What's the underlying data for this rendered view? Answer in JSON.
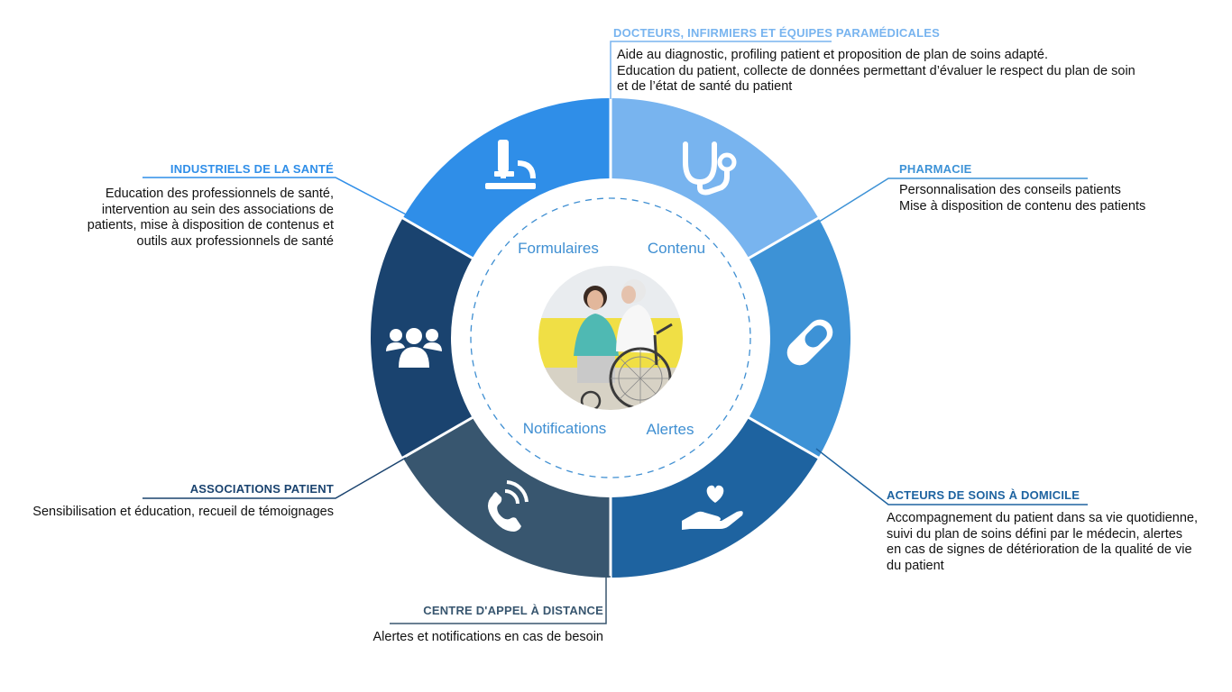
{
  "colors": {
    "doctors": "#78b4ef",
    "pharmacy": "#3d92d6",
    "home_care": "#1e63a0",
    "call_center": "#38566f",
    "patient_assoc": "#1a436f",
    "industry": "#2f8ee8",
    "inner_text": "#3f8fd2",
    "white": "#ffffff"
  },
  "center": {
    "labels": {
      "forms": "Formulaires",
      "content": "Contenu",
      "notifications": "Notifications",
      "alerts": "Alertes"
    },
    "photo_icon": "caregiver-with-elderly-patient-photo"
  },
  "segments": {
    "doctors": {
      "icon": "stethoscope-icon",
      "title": "DOCTEURS, INFIRMIERS ET ÉQUIPES PARAMÉDICALES",
      "lines": [
        "Aide au diagnostic, profiling patient et proposition de plan de soins adapté.",
        "Education du patient, collecte de données permettant d’évaluer le respect du plan de soin",
        "et de l’état de santé du patient"
      ]
    },
    "pharmacy": {
      "icon": "pill-icon",
      "title": "PHARMACIE",
      "lines": [
        "Personnalisation des conseils patients",
        "Mise à disposition de contenu des patients"
      ]
    },
    "home_care": {
      "icon": "hand-heart-icon",
      "title": "ACTEURS DE SOINS À DOMICILE",
      "lines": [
        "Accompagnement du patient dans sa vie quotidienne,",
        "suivi du plan de soins défini par le médecin, alertes",
        "en cas de signes de détérioration de la qualité de vie",
        "du patient"
      ]
    },
    "call_center": {
      "icon": "phone-icon",
      "title": "CENTRE D'APPEL À DISTANCE",
      "lines": [
        "Alertes et notifications en cas de besoin"
      ]
    },
    "patient_assoc": {
      "icon": "users-icon",
      "title": "ASSOCIATIONS PATIENT",
      "lines": [
        "Sensibilisation et éducation, recueil de témoignages"
      ]
    },
    "industry": {
      "icon": "microscope-icon",
      "title": "INDUSTRIELS DE LA SANTÉ",
      "lines": [
        "Education des professionnels de santé,",
        "intervention au sein des associations de",
        "patients, mise à disposition de contenus et",
        "outils aux professionnels de santé"
      ]
    }
  }
}
